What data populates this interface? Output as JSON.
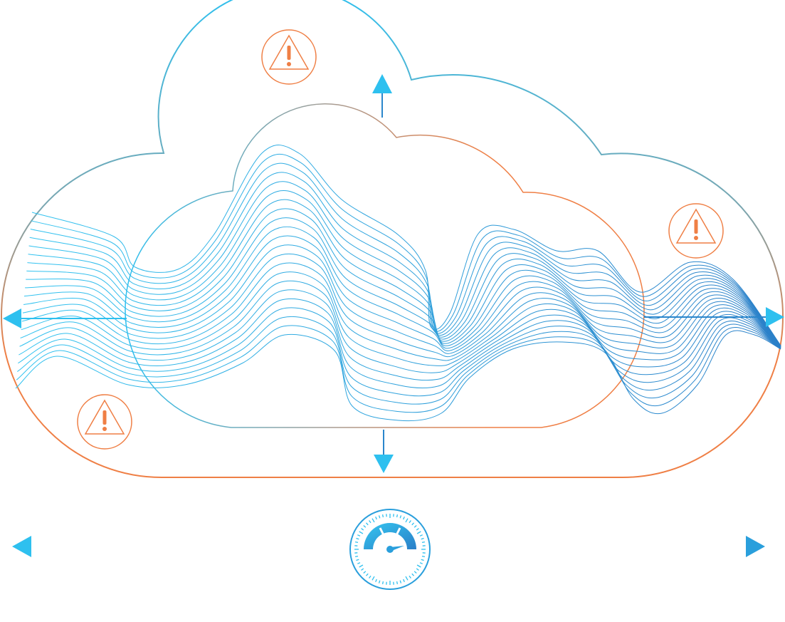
{
  "illustration": {
    "subject": "cloud-network-wave",
    "icons": [
      "warning-icon",
      "warning-icon",
      "warning-icon",
      "speedometer-icon",
      "arrow-left-icon",
      "arrow-right-icon",
      "arrow-up-icon",
      "arrow-down-icon"
    ],
    "wave_line_count": 22,
    "gauge_level": 0.7
  },
  "colors": {
    "blue": "#2ec0ef",
    "blue_dark": "#2a86cc",
    "orange": "#ef7f45",
    "grey": "#a89c92",
    "teal": "#5aa8b8"
  }
}
